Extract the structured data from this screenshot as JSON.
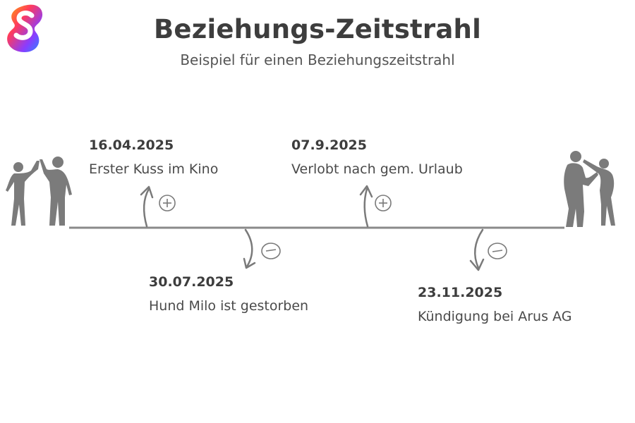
{
  "header": {
    "title": "Beziehungs-Zeitstrahl",
    "subtitle": "Beispiel für einen Beziehungszeitstrahl"
  },
  "events": [
    {
      "date": "16.04.2025",
      "text": "Erster Kuss im Kino",
      "kind": "positive",
      "symbol": "+"
    },
    {
      "date": "07.9.2025",
      "text": "Verlobt nach gem. Urlaub",
      "kind": "positive",
      "symbol": "+"
    },
    {
      "date": "30.07.2025",
      "text": "Hund Milo ist gestorben",
      "kind": "negative",
      "symbol": "−"
    },
    {
      "date": "23.11.2025",
      "text": "Kündigung bei Arus AG",
      "kind": "negative",
      "symbol": "−"
    }
  ],
  "colors": {
    "line": "#8a8a8a",
    "silhouette": "#777777",
    "logo_gradient": [
      "#ff8a00",
      "#ff2d7a",
      "#7b3cff",
      "#1e90ff"
    ]
  },
  "icons": [
    "brand-logo",
    "plus-circle-icon",
    "minus-circle-icon",
    "happy-couple-silhouette",
    "arguing-couple-silhouette"
  ]
}
